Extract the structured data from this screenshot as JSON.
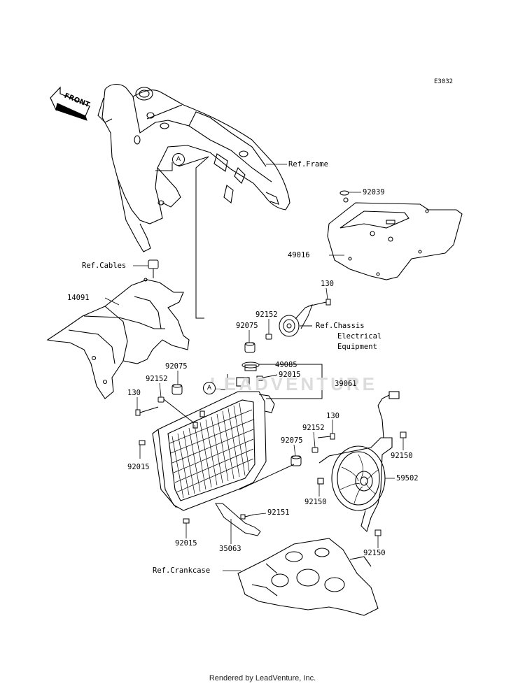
{
  "diagram_code": "E3032",
  "front_label": "FRONT",
  "watermark": "LEADVENTURE",
  "footer": "Rendered by LeadVenture, Inc.",
  "ref_marker": "A",
  "labels": {
    "ref_frame": "Ref.Frame",
    "p92039": "92039",
    "p49016": "49016",
    "ref_cables": "Ref.Cables",
    "p14091": "14091",
    "p130_top": "130",
    "p92152_top": "92152",
    "p92075_top": "92075",
    "ref_chassis_1": "Ref.Chassis",
    "ref_chassis_2": "Electrical",
    "ref_chassis_3": "Equipment",
    "p49085": "49085",
    "p92015_top": "92015",
    "p39061": "39061",
    "p92075_left": "92075",
    "p92152_left": "92152",
    "p130_left": "130",
    "p130_right": "130",
    "p92152_right": "92152",
    "p92075_right": "92075",
    "p92150_a": "92150",
    "p92015_left": "92015",
    "p59502": "59502",
    "p92150_b": "92150",
    "p92151": "92151",
    "p92015_bottom": "92015",
    "p35063": "35063",
    "p92150_c": "92150",
    "ref_crankcase": "Ref.Crankcase"
  }
}
